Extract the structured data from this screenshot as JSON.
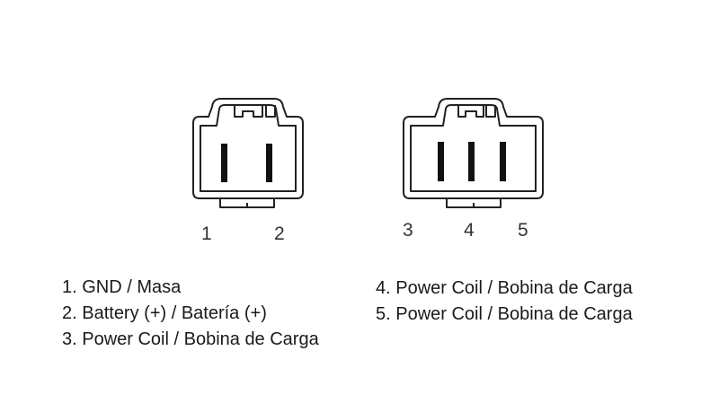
{
  "pin_numbers": [
    "1",
    "2",
    "3",
    "4",
    "5"
  ],
  "legend_left": [
    "1. GND / Masa",
    "2. Battery (+) / Batería (+)",
    "3. Power Coil / Bobina de Carga"
  ],
  "legend_right": [
    "4. Power Coil / Bobina de Carga",
    "5. Power Coil / Bobina de Carga"
  ],
  "colors": {
    "line": "#222222",
    "background": "#ffffff"
  }
}
